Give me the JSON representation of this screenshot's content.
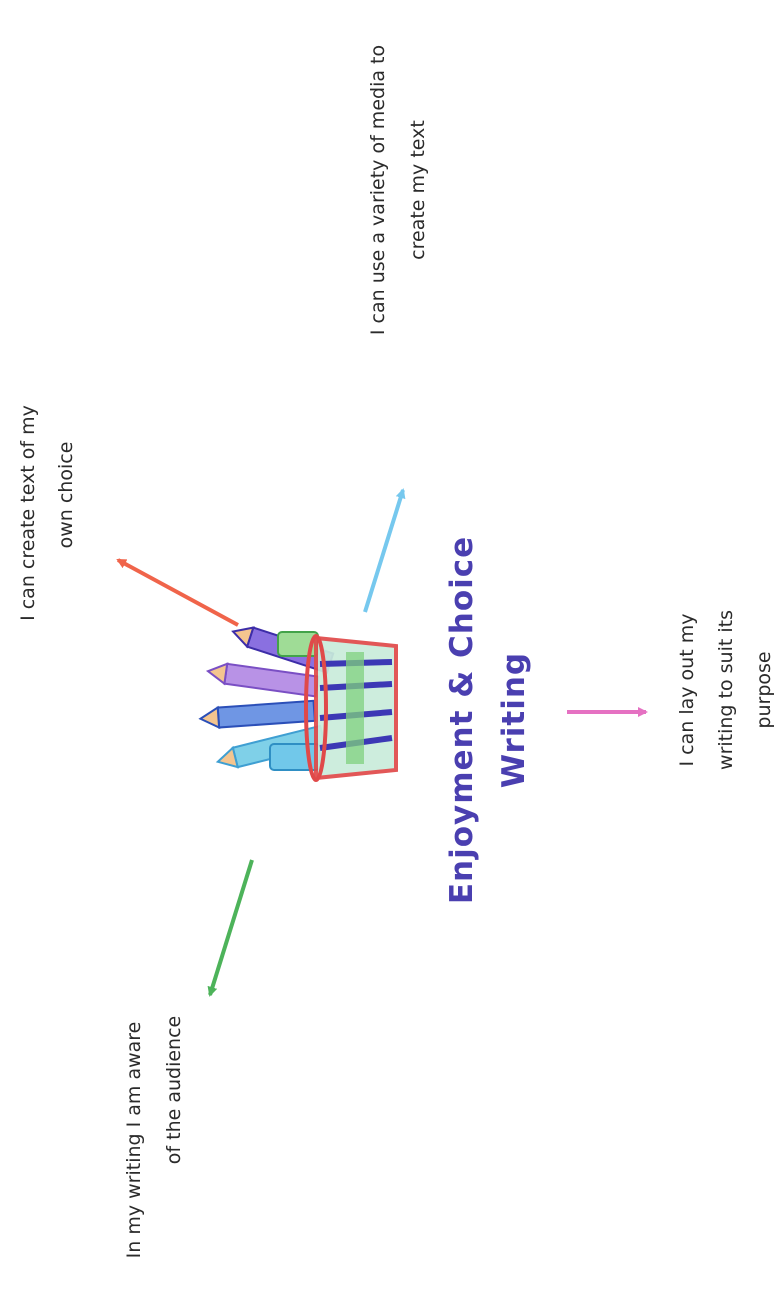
{
  "title": {
    "line1": "Enjoyment & Choice",
    "line2": "Writing"
  },
  "statements": {
    "own_choice": {
      "line1": "I can create text of my",
      "line2": "own choice",
      "arrow_color": "#f0644a"
    },
    "media": {
      "line1": "I can use a variety of media to",
      "line2": "create my text",
      "arrow_color": "#76c8ee"
    },
    "layout": {
      "line1": "I can lay out my",
      "line2": "writing to suit its",
      "line3": "purpose",
      "arrow_color": "#e571c2"
    },
    "audience": {
      "line1": "In my writing I am aware",
      "line2": "of the audience",
      "arrow_color": "#4db35a"
    }
  },
  "center_icon": "pencil-pot-icon"
}
